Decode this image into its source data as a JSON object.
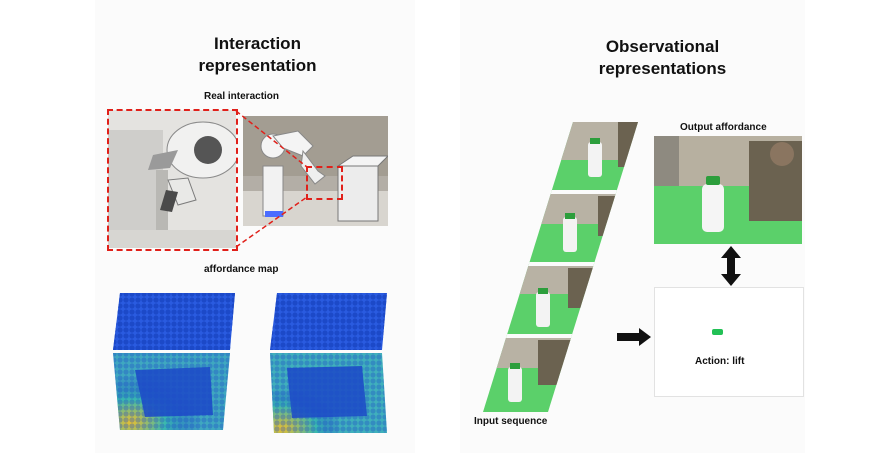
{
  "left": {
    "title_line1": "Interaction",
    "title_line2": "representation",
    "real_interaction_label": "Real interaction",
    "affordance_map_label": "affordance map"
  },
  "right": {
    "title_line1": "Observational",
    "title_line2": "representations",
    "output_affordance_label": "Output affordance",
    "input_sequence_label": "Input sequence",
    "action_label": "Action: lift"
  },
  "colors": {
    "dashed_red": "#e0201a",
    "green_table": "#5bd06a",
    "affordance_blue": "#1c49c8",
    "affordance_hot": "#e8c030",
    "marker_green": "#22c055"
  },
  "icons": [
    "right-arrow-icon",
    "double-vertical-arrow-icon",
    "robot-arm-icon",
    "milk-bottle-icon"
  ]
}
